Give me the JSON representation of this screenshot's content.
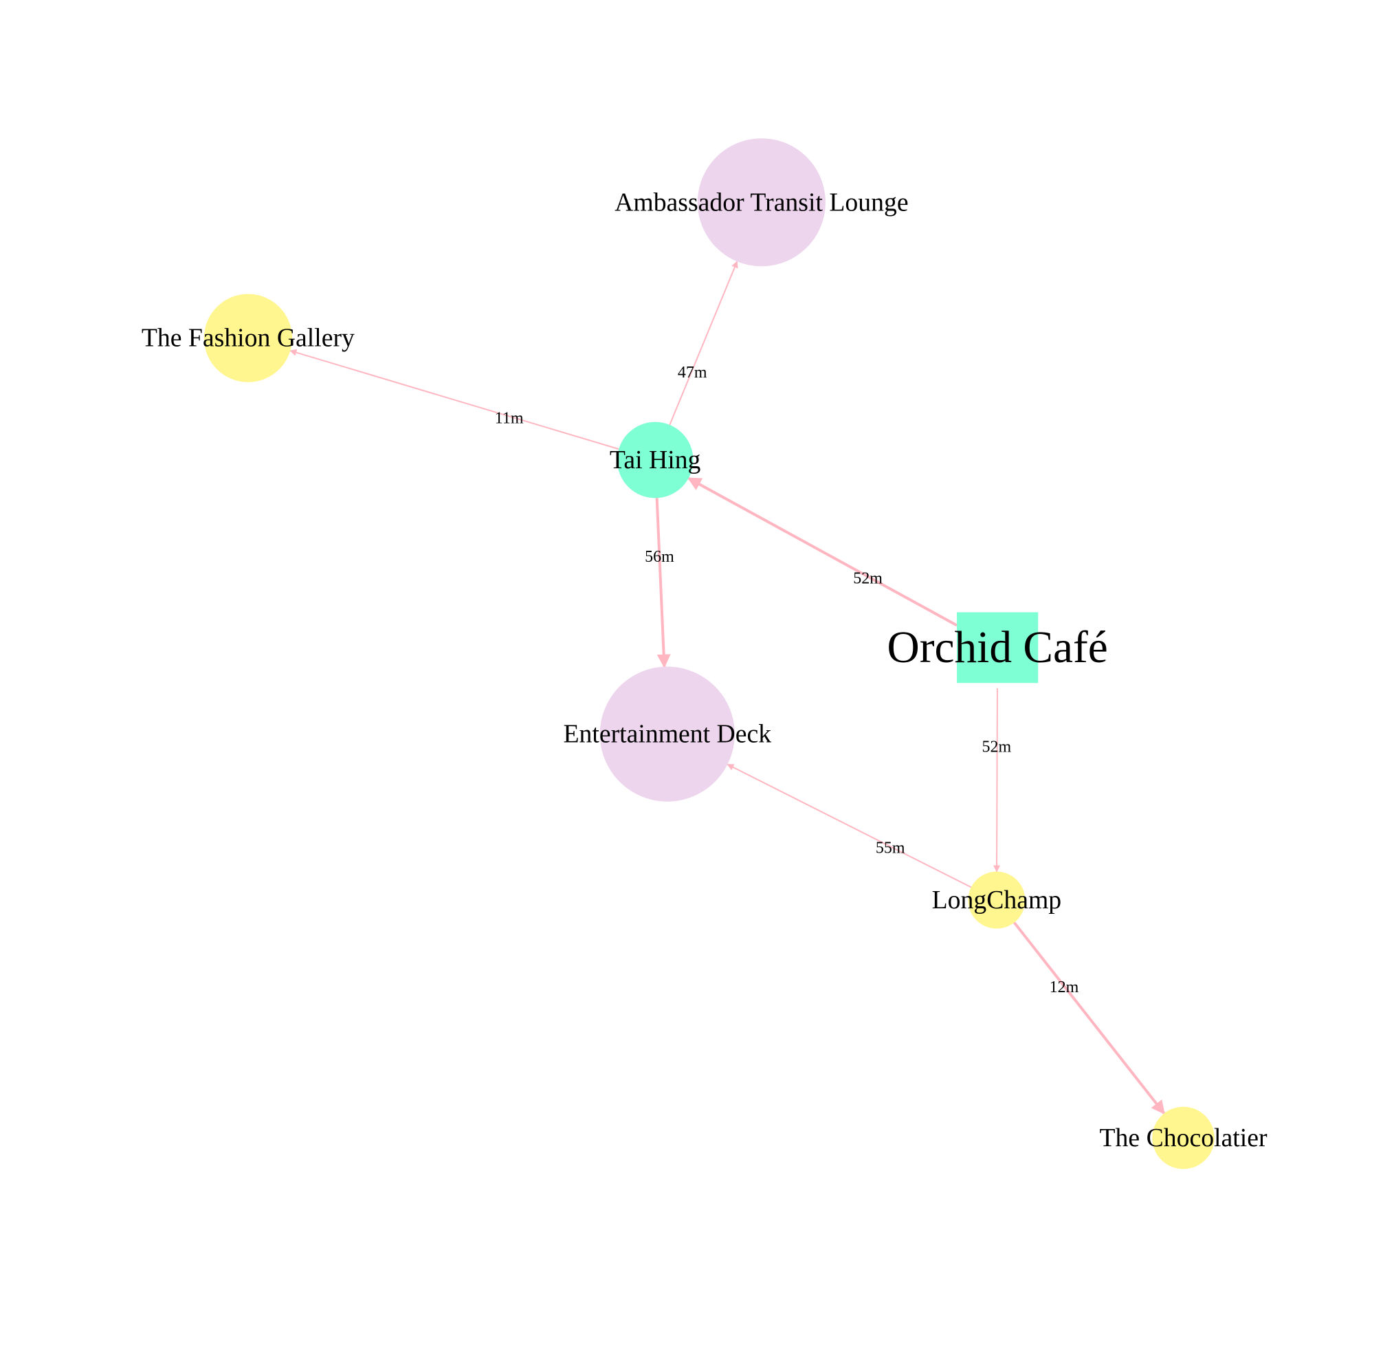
{
  "colors": {
    "background": "#ffffff",
    "edge": "#ffb6c1",
    "label": "#000000"
  },
  "nodes": [
    {
      "id": "ambassador",
      "label": "Ambassador Transit Lounge",
      "shape": "circle",
      "fill": "#eed5ee"
    },
    {
      "id": "fashion",
      "label": "The Fashion Gallery",
      "shape": "circle",
      "fill": "#fff68f"
    },
    {
      "id": "taihing",
      "label": "Tai Hing",
      "shape": "circle",
      "fill": "#7fffd4"
    },
    {
      "id": "orchid",
      "label": "Orchid Café",
      "shape": "square",
      "fill": "#7fffd4"
    },
    {
      "id": "entertainment",
      "label": "Entertainment Deck",
      "shape": "circle",
      "fill": "#eed5ee"
    },
    {
      "id": "longchamp",
      "label": "LongChamp",
      "shape": "circle",
      "fill": "#fff68f"
    },
    {
      "id": "chocolatier",
      "label": "The Chocolatier",
      "shape": "circle",
      "fill": "#fff68f"
    }
  ],
  "edges": [
    {
      "id": "taihing-ambassador",
      "from": "taihing",
      "to": "ambassador",
      "label": "47m",
      "weight": "thin"
    },
    {
      "id": "taihing-fashion",
      "from": "taihing",
      "to": "fashion",
      "label": "11m",
      "weight": "thin"
    },
    {
      "id": "orchid-taihing",
      "from": "orchid",
      "to": "taihing",
      "label": "52m",
      "weight": "thick"
    },
    {
      "id": "taihing-entertainment",
      "from": "taihing",
      "to": "entertainment",
      "label": "56m",
      "weight": "thick"
    },
    {
      "id": "orchid-longchamp",
      "from": "orchid",
      "to": "longchamp",
      "label": "52m",
      "weight": "thin"
    },
    {
      "id": "longchamp-entertainment",
      "from": "longchamp",
      "to": "entertainment",
      "label": "55m",
      "weight": "thin"
    },
    {
      "id": "longchamp-chocolatier",
      "from": "longchamp",
      "to": "chocolatier",
      "label": "12m",
      "weight": "thick"
    }
  ]
}
